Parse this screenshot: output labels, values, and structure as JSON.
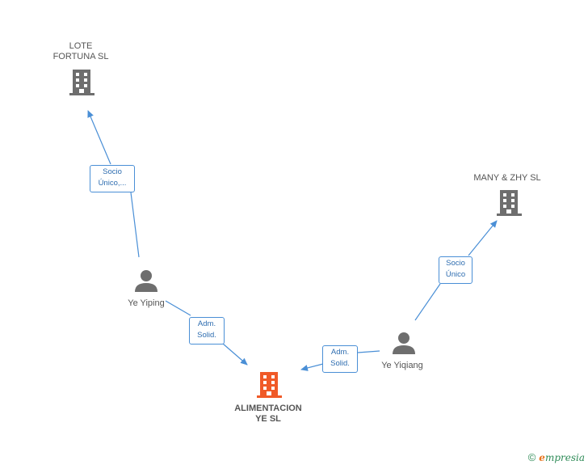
{
  "nodes": {
    "lote_fortuna": {
      "label": "LOTE\nFORTUNA SL",
      "icon": "building-icon",
      "color": "#6e6e6e"
    },
    "many_zhy": {
      "label": "MANY & ZHY SL",
      "icon": "building-icon",
      "color": "#6e6e6e"
    },
    "ye_yiping": {
      "label": "Ye Yiping",
      "icon": "person-icon",
      "color": "#6e6e6e"
    },
    "ye_yiqiang": {
      "label": "Ye Yiqiang",
      "icon": "person-icon",
      "color": "#6e6e6e"
    },
    "alimentacion": {
      "label": "ALIMENTACION\nYE SL",
      "icon": "building-icon",
      "color": "#f05a28"
    }
  },
  "edges": {
    "yiping_lote": {
      "label": "Socio\nÚnico,..."
    },
    "yiqiang_many": {
      "label": "Socio\nÚnico"
    },
    "yiping_alimentacion": {
      "label": "Adm.\nSolid."
    },
    "yiqiang_alimentacion": {
      "label": "Adm.\nSolid."
    }
  },
  "colors": {
    "edge": "#4a8fd6",
    "edge_text": "#2e6db0"
  },
  "footer": {
    "copyright": "©",
    "brand_e": "e",
    "brand_rest": "mpresia"
  }
}
